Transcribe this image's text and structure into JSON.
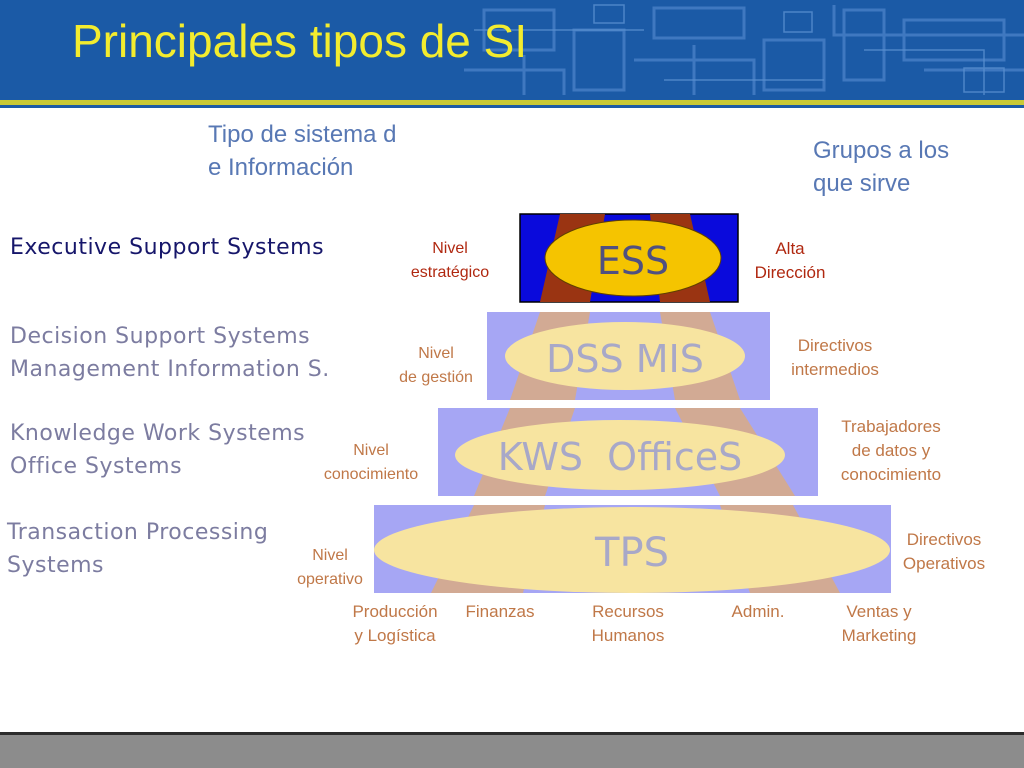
{
  "slide": {
    "title": "Principales tipos de SI"
  },
  "headers": {
    "system_type": [
      "Tipo de sistema d",
      "e Información"
    ],
    "groups": [
      "Grupos a los",
      "que sirve"
    ]
  },
  "pyramid": [
    {
      "id": "ess",
      "ellipse": "ESS",
      "systems": [
        "Executive Support Systems"
      ],
      "level": [
        "Nivel",
        "estratégico"
      ],
      "group": [
        "Alta",
        "Dirección"
      ],
      "active": true
    },
    {
      "id": "dss",
      "ellipse": "DSS MIS",
      "systems": [
        "Decision Support Systems",
        "Management Information S."
      ],
      "level": [
        "Nivel",
        "de gestión"
      ],
      "group": [
        "Directivos",
        "intermedios"
      ],
      "active": false
    },
    {
      "id": "kws",
      "ellipse": "KWS  OfficeS",
      "systems": [
        "Knowledge Work Systems",
        "Office Systems"
      ],
      "level": [
        "Nivel",
        "conocimiento"
      ],
      "group": [
        "Trabajadores",
        "de datos y",
        "conocimiento"
      ],
      "active": false
    },
    {
      "id": "tps",
      "ellipse": "TPS",
      "systems": [
        "Transaction Processing",
        "Systems"
      ],
      "level": [
        "Nivel",
        "operativo"
      ],
      "group": [
        "Directivos",
        "Operativos"
      ],
      "active": false
    }
  ],
  "departments": [
    [
      "Producción",
      "y Logística"
    ],
    [
      "Finanzas"
    ],
    [
      "Recursos",
      "Humanos"
    ],
    [
      "Admin."
    ],
    [
      "Ventas y",
      "Marketing"
    ]
  ],
  "colors": {
    "header": "#1b5aa6",
    "title": "#f3ec2e",
    "tier_active_fill": "#0a0adc",
    "tier_fill": "#a6a6f4",
    "band_active": "#9a3412",
    "band": "#d2aa94",
    "ellipse_active": "#f5c400",
    "ellipse": "#f7e4a0"
  }
}
